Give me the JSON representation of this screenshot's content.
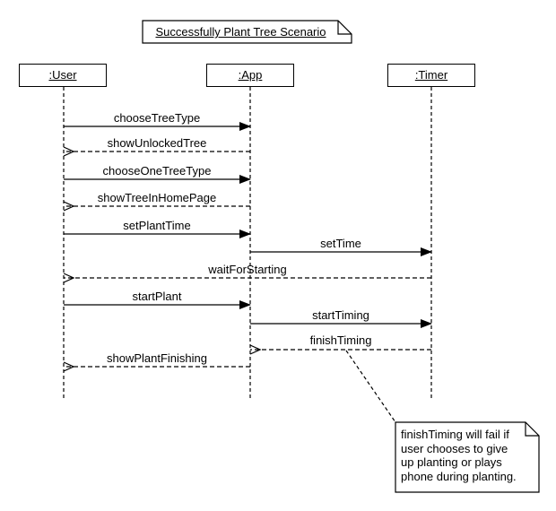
{
  "title": "Successfully Plant Tree Scenario",
  "lifelines": [
    {
      "label": ":User"
    },
    {
      "label": ":App"
    },
    {
      "label": ":Timer"
    }
  ],
  "messages": [
    {
      "label": "chooseTreeType",
      "from": ":User",
      "to": ":App",
      "line": "solid",
      "arrow": "filled"
    },
    {
      "label": "showUnlockedTree",
      "from": ":App",
      "to": ":User",
      "line": "dashed",
      "arrow": "open"
    },
    {
      "label": "chooseOneTreeType",
      "from": ":User",
      "to": ":App",
      "line": "solid",
      "arrow": "filled"
    },
    {
      "label": "showTreeInHomePage",
      "from": ":App",
      "to": ":User",
      "line": "dashed",
      "arrow": "open"
    },
    {
      "label": "setPlantTime",
      "from": ":User",
      "to": ":App",
      "line": "solid",
      "arrow": "filled"
    },
    {
      "label": "setTime",
      "from": ":App",
      "to": ":Timer",
      "line": "solid",
      "arrow": "filled"
    },
    {
      "label": "waitForStarting",
      "from": ":Timer",
      "to": ":User",
      "line": "dashed",
      "arrow": "open"
    },
    {
      "label": "startPlant",
      "from": ":User",
      "to": ":App",
      "line": "solid",
      "arrow": "filled"
    },
    {
      "label": "startTiming",
      "from": ":App",
      "to": ":Timer",
      "line": "solid",
      "arrow": "filled"
    },
    {
      "label": "finishTiming",
      "from": ":Timer",
      "to": ":App",
      "line": "dashed",
      "arrow": "open"
    },
    {
      "label": "showPlantFinishing",
      "from": ":App",
      "to": ":User",
      "line": "dashed",
      "arrow": "open"
    }
  ],
  "note": {
    "text": "finishTiming will fail if user chooses to give up planting or plays phone during planting.",
    "lines": [
      "finishTiming will fail if",
      "user chooses to give",
      "up planting or plays",
      "phone during planting."
    ],
    "attached_to": "finishTiming"
  },
  "colors": {
    "stroke": "#000000",
    "background": "#ffffff"
  }
}
